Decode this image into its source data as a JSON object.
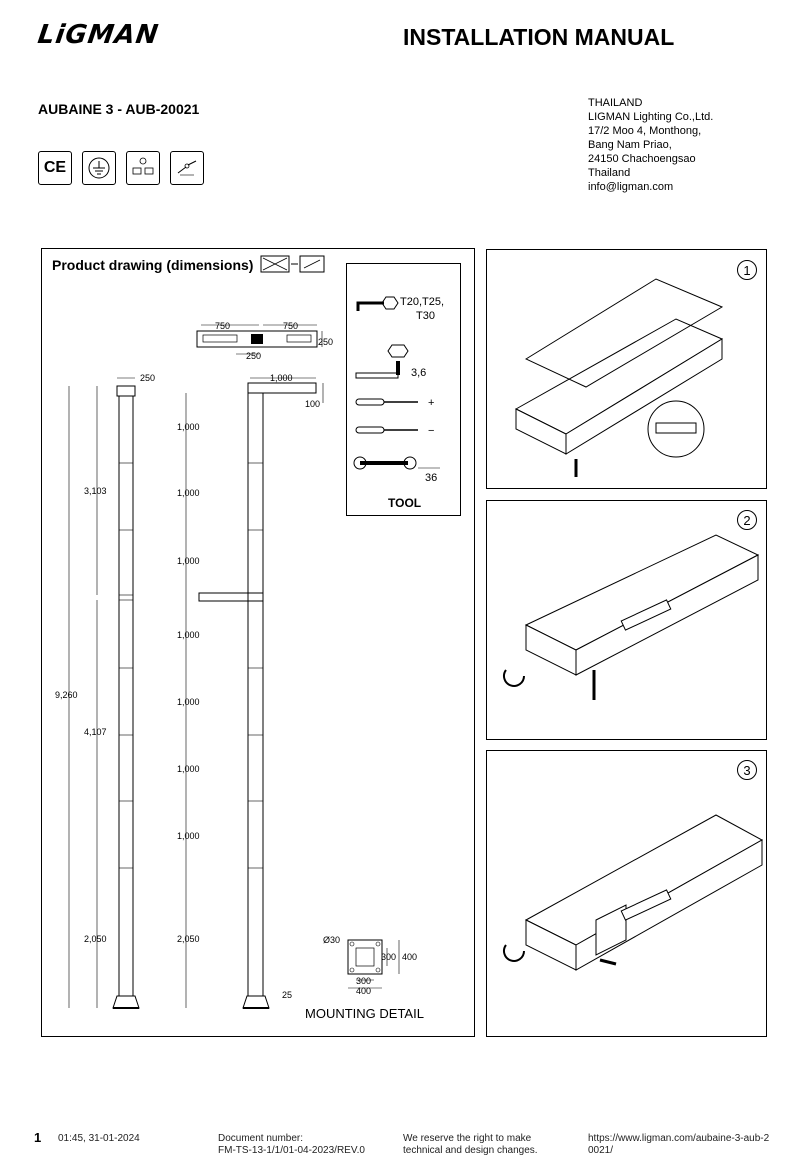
{
  "brand": "LiGMAN",
  "doc_title": "INSTALLATION MANUAL",
  "product_title": "AUBAINE 3 - AUB-20021",
  "address": [
    "THAILAND",
    "LIGMAN Lighting Co.,Ltd.",
    "17/2 Moo 4, Monthong,",
    "Bang Nam Priao,",
    "24150 Chachoengsao",
    "Thailand",
    "info@ligman.com"
  ],
  "certs": [
    {
      "icon": "ce-mark-icon",
      "label": "CE"
    },
    {
      "icon": "earth-ground-icon",
      "label": ""
    },
    {
      "icon": "installation-info-icon",
      "label": ""
    },
    {
      "icon": "tools-info-icon",
      "label": ""
    }
  ],
  "drawing": {
    "title": "Product drawing (dimensions)",
    "top_dims": [
      "750",
      "750",
      "250",
      "250"
    ],
    "pole1": {
      "width": "250",
      "total": "9,260",
      "upper": "3,103",
      "middle": "4,107",
      "lower": "2,050"
    },
    "pole2": {
      "arm": "1,000",
      "arm_height": "100",
      "segments": [
        "1,000",
        "1,000",
        "1,000",
        "1,000",
        "1,000",
        "1,000",
        "1,000",
        "2,050"
      ],
      "base": "25"
    },
    "mounting": {
      "hole": "Ø30",
      "inner": "300",
      "inner_w": "300",
      "outer": "400",
      "outer_w": "400",
      "label": "MOUNTING DETAIL"
    }
  },
  "tool": {
    "label": "TOOL",
    "torx": [
      "T20,T25,",
      "T30"
    ],
    "hex": "3,6",
    "wrench": "36",
    "screwdriver_symbols": [
      "+",
      "−"
    ]
  },
  "steps": [
    "1",
    "2",
    "3"
  ],
  "footer": {
    "page": "1",
    "datetime": "01:45, 31-01-2024",
    "doc_number_label": "Document number:",
    "doc_number": "FM-TS-13-1/1/01-04-2023/REV.0",
    "notice_line1": "We reserve the right to make",
    "notice_line2": "technical and design changes.",
    "url_line1": "https://www.ligman.com/aubaine-3-aub-2",
    "url_line2": "0021/"
  }
}
